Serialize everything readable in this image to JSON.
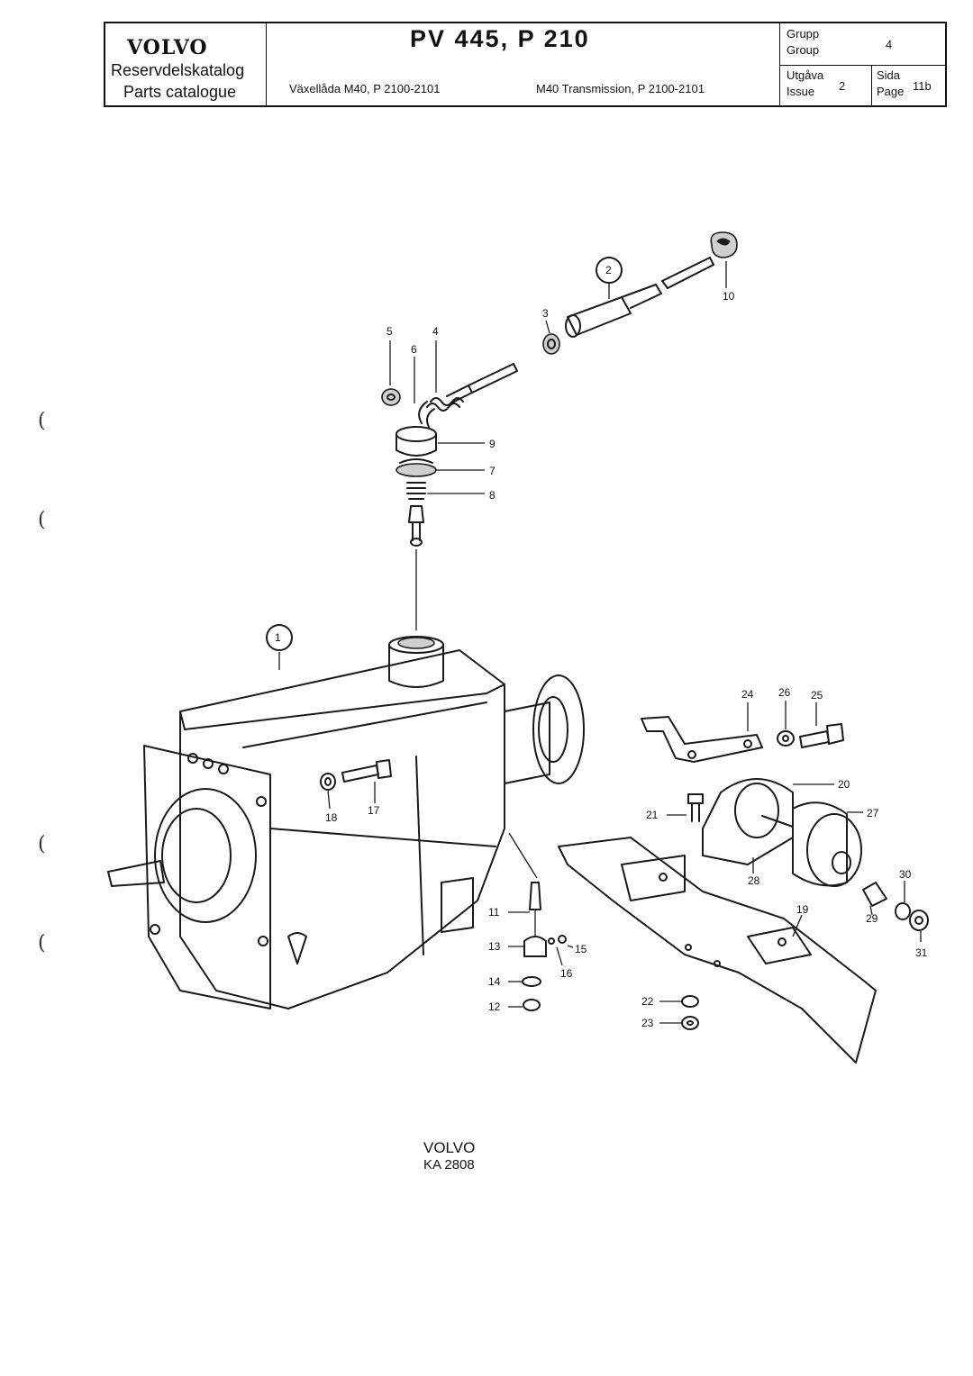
{
  "header": {
    "brand": "VOLVO",
    "catalog_sv": "Reservdelskatalog",
    "catalog_en": "Parts catalogue",
    "model": "PV 445, P 210",
    "subtitle_sv": "Växellåda M40, P 2100-2101",
    "subtitle_en": "M40 Transmission, P 2100-2101",
    "group_label_sv": "Grupp",
    "group_label_en": "Group",
    "group_value": "4",
    "issue_label_sv": "Utgåva",
    "issue_label_en": "Issue",
    "issue_value": "2",
    "page_label_sv": "Sida",
    "page_label_en": "Page",
    "page_value": "11b"
  },
  "diagram": {
    "callouts": [
      "1",
      "2",
      "3",
      "4",
      "5",
      "6",
      "7",
      "8",
      "9",
      "10",
      "11",
      "12",
      "13",
      "14",
      "15",
      "16",
      "17",
      "18",
      "19",
      "20",
      "21",
      "22",
      "23",
      "24",
      "25",
      "26",
      "27",
      "28",
      "29",
      "30",
      "31"
    ],
    "circled_callouts": [
      "1",
      "2"
    ]
  },
  "margin_marks": [
    "(",
    "(",
    "(",
    "("
  ],
  "footer": {
    "brand": "VOLVO",
    "code": "KA 2808"
  }
}
